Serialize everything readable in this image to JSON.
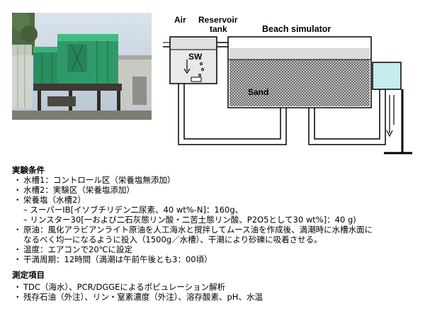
{
  "diagram": {
    "air_label": "Air",
    "reservoir_label_line1": "Reservoir",
    "reservoir_label_line2": "tank",
    "beach_label": "Beach simulator",
    "sw_label": "SW",
    "sand_label": "Sand"
  },
  "conditions": {
    "heading": "実験条件",
    "bullet": "・",
    "items": [
      "水槽1：コントロール区（栄養塩無添加）",
      "水槽2：実験区（栄養塩添加）",
      "栄養塩（水槽2）"
    ],
    "sub_items": [
      "– スーパーIB[イソブチリデン二尿素、40 wt%-N]：160g、",
      "– リンスター30[一および二石灰態リン酸・二苦土態リン酸、P2O5として30 wt%]：40 g)"
    ],
    "oil_line1": "原油：風化アラビアンライト原油を人工海水と撹拌してムース油を作成後、満潮時に水槽水面に",
    "oil_line2": "なるべく均一になるように投入（1500g／水槽）、干潮により砂礫に吸着させる。",
    "temperature": "温度：エアコンで20℃に設定",
    "tide": "干満周期：12時間（満潮は午前午後とも3：00頃）"
  },
  "measurements": {
    "heading": "測定項目",
    "bullet": "・",
    "items": [
      "TDC（海水）、PCR/DGGEによるポピュレーション解析",
      "残存石油（外注）、リン・窒素濃度（外注）、溶存酸素、pH、水温"
    ]
  },
  "colors": {
    "tank_green": "#2e9a6a",
    "sky": "#c9d6e6",
    "cyan_tank": "#c6ecef",
    "sand_fill": "#9d9d9d"
  }
}
